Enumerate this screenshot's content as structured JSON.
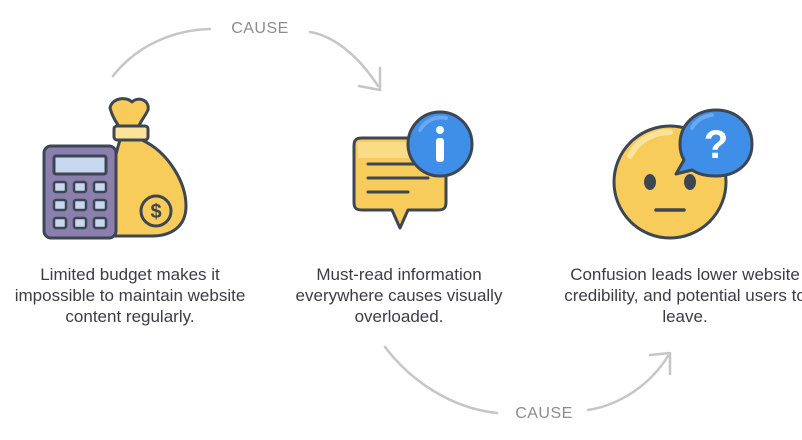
{
  "connectors": {
    "top_label": "CAUSE",
    "bottom_label": "CAUSE"
  },
  "steps": [
    {
      "icon": "money-bag-calculator-icon",
      "text": "Limited budget makes it impossible to maintain website content regularly."
    },
    {
      "icon": "info-speech-bubble-icon",
      "text": "Must-read information everywhere causes visually overloaded."
    },
    {
      "icon": "confused-face-question-icon",
      "text": "Confusion leads lower website credibility, and potential users to leave."
    }
  ],
  "colors": {
    "outline": "#3d4653",
    "gold": "#f7cc5a",
    "gold_light": "#fbe39a",
    "purple": "#8b7fae",
    "screen": "#c9d6f0",
    "blue": "#3f8ee8",
    "blue_light": "#6aa8f0",
    "arrow": "#c6c6c6",
    "text": "#3c3c46",
    "label": "#8c8c8c"
  }
}
